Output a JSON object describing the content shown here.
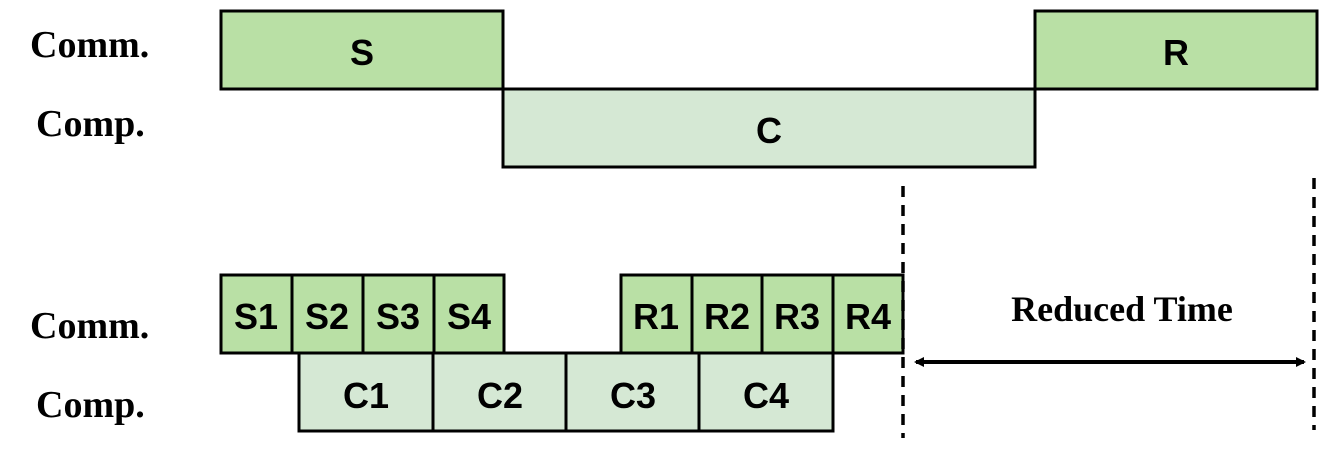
{
  "colors": {
    "comm_fill": "#b9e0a5",
    "comp_fill": "#d5e8d4",
    "stroke": "#000000"
  },
  "top": {
    "row_labels": {
      "comm": "Comm.",
      "comp": "Comp."
    },
    "blocks": {
      "send": "S",
      "compute": "C",
      "receive": "R"
    }
  },
  "bottom": {
    "row_labels": {
      "comm": "Comm.",
      "comp": "Comp."
    },
    "send_blocks": [
      "S1",
      "S2",
      "S3",
      "S4"
    ],
    "recv_blocks": [
      "R1",
      "R2",
      "R3",
      "R4"
    ],
    "comp_blocks": [
      "C1",
      "C2",
      "C3",
      "C4"
    ]
  },
  "annotation": {
    "text": "Reduced Time"
  }
}
